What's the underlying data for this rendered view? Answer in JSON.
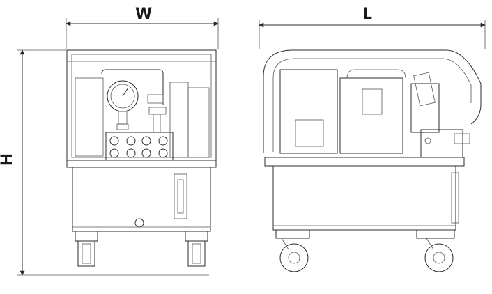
{
  "dimensions": {
    "width_label": "W",
    "length_label": "L",
    "height_label": "H"
  },
  "views": [
    "front-view",
    "side-view"
  ],
  "colors": {
    "line": "#2b2b2b",
    "background": "#ffffff"
  }
}
